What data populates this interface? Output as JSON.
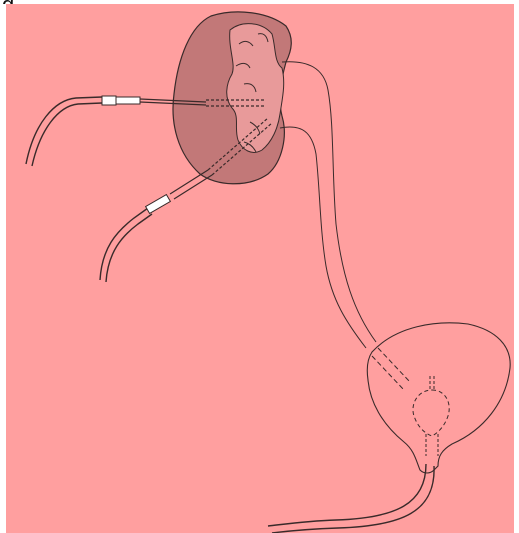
{
  "figure": {
    "label": "g",
    "colors": {
      "background": "#ff9f9f",
      "kidney_fill": "#c27878",
      "pelvis_fill": "#e89a9a",
      "outline": "#3a2a2a"
    },
    "icons": [
      "kidney",
      "ureter",
      "bladder",
      "nephrostomy-catheter",
      "ureteral-stent",
      "urethral-catheter"
    ]
  }
}
